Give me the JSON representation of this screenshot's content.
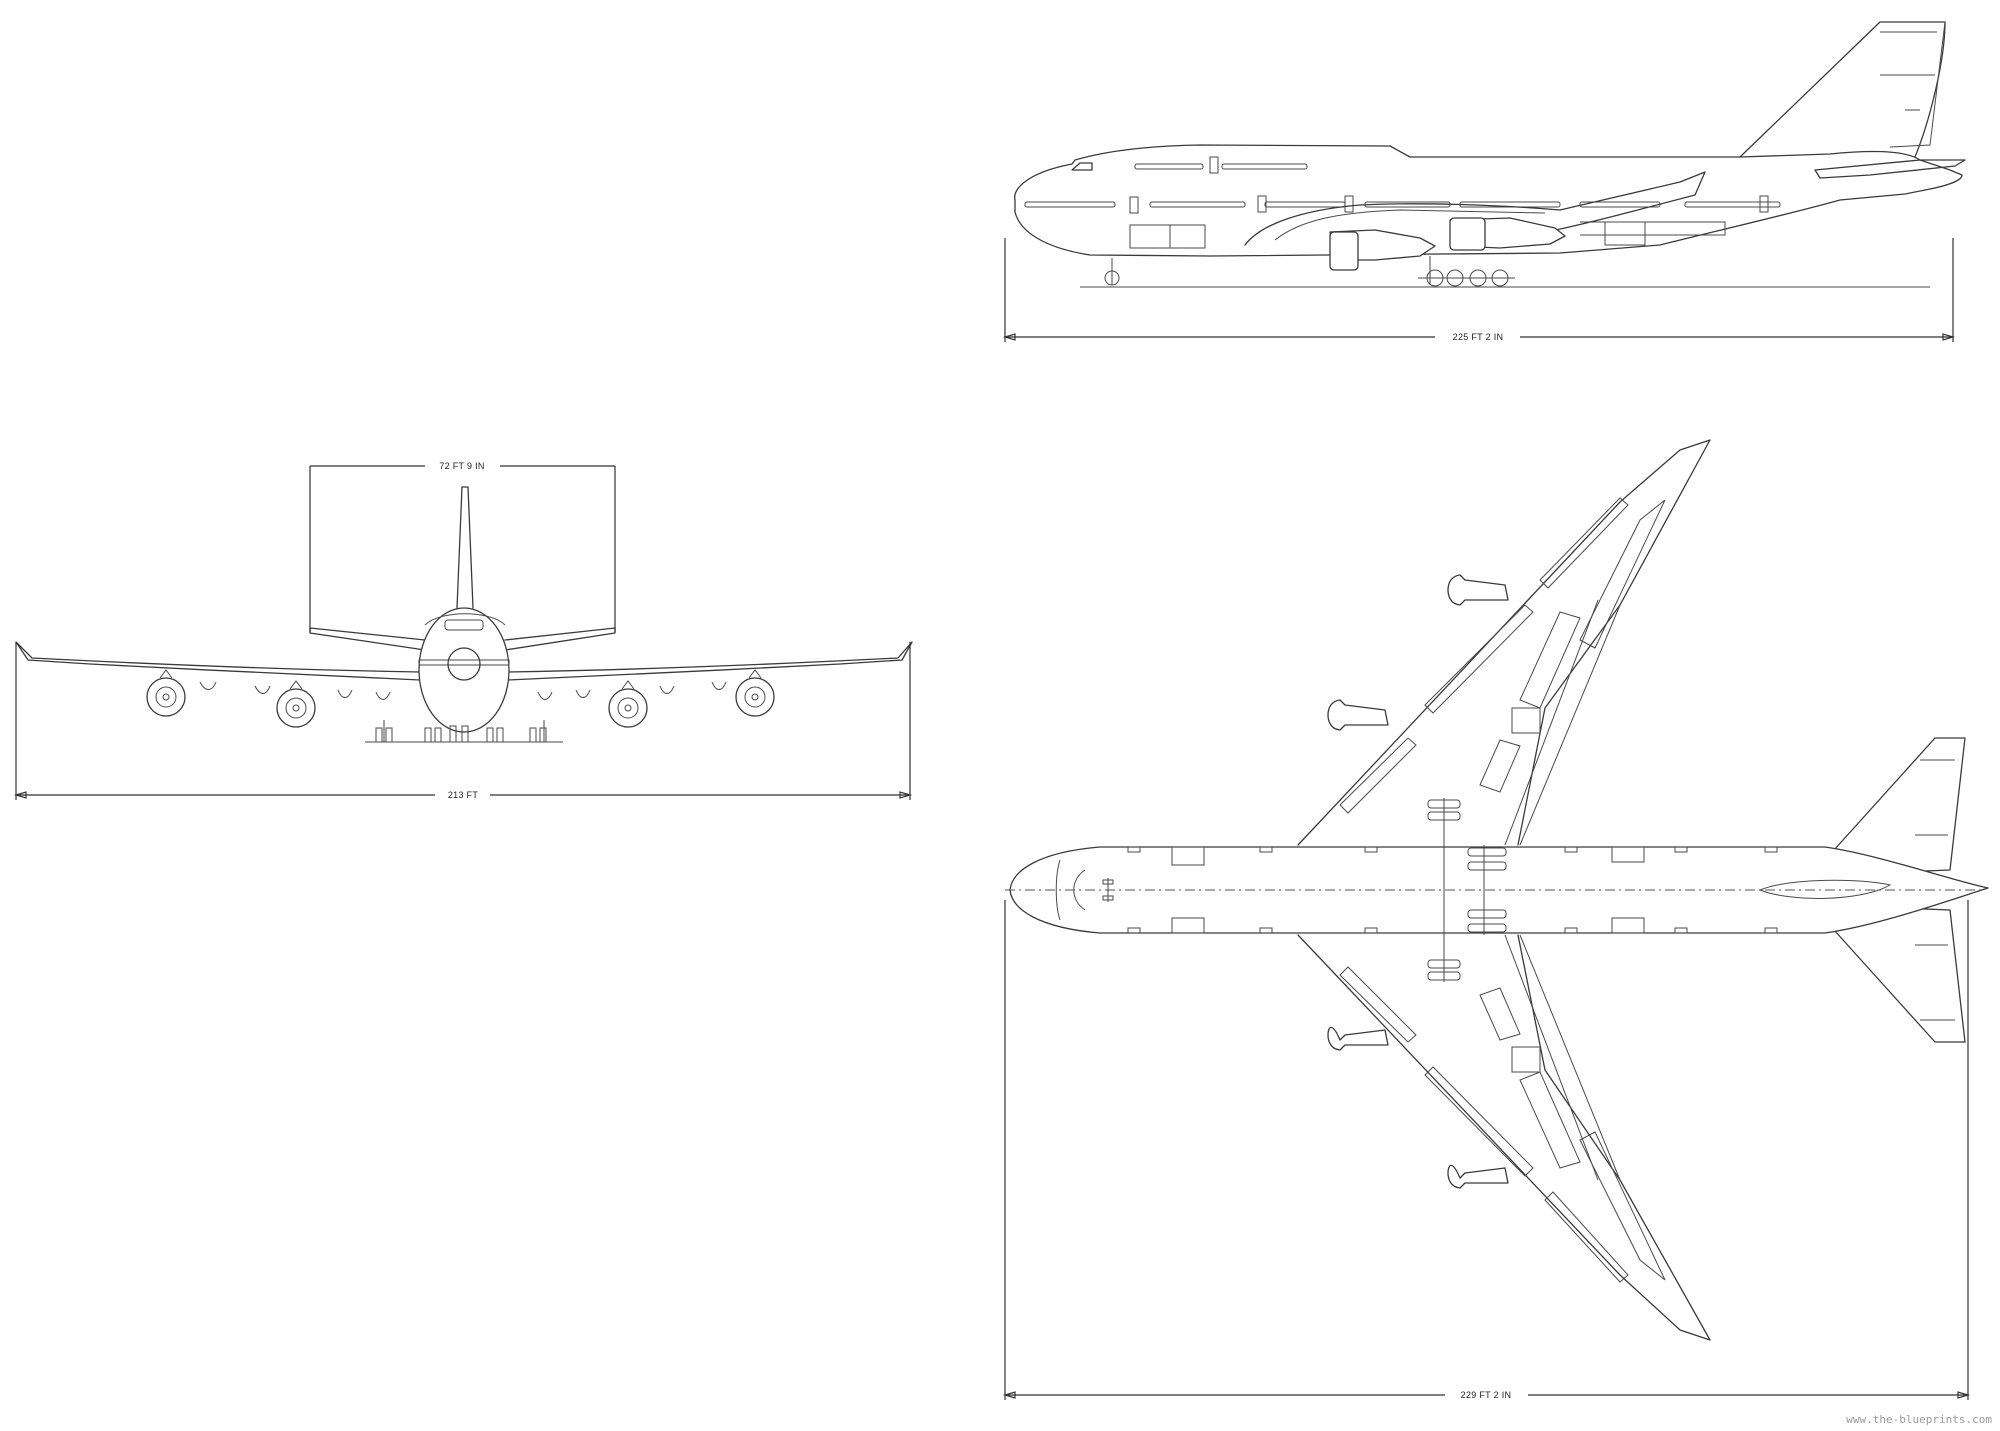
{
  "dimensions": {
    "side_length": "225 FT 2 IN",
    "front_height": "72 FT 9 IN",
    "front_span": "213 FT",
    "top_length": "229 FT 2 IN"
  },
  "watermark": "www.the-blueprints.com",
  "colors": {
    "line": "#3a3a3a",
    "background": "#ffffff",
    "watermark": "#9a9a9a"
  }
}
